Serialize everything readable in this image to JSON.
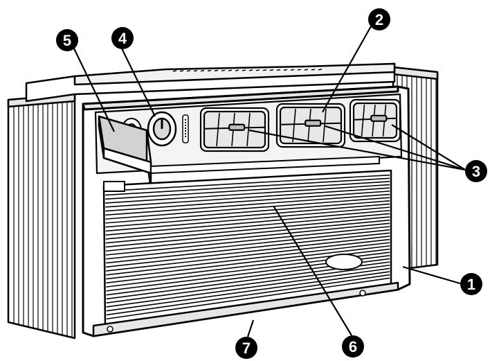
{
  "callouts": [
    {
      "id": "1",
      "label": "1"
    },
    {
      "id": "2",
      "label": "2"
    },
    {
      "id": "3",
      "label": "3"
    },
    {
      "id": "4",
      "label": "4"
    },
    {
      "id": "5",
      "label": "5"
    },
    {
      "id": "6",
      "label": "6"
    },
    {
      "id": "7",
      "label": "7"
    }
  ],
  "colors": {
    "ink": "#000000",
    "paper": "#ffffff",
    "fill_light": "#e6e6e6",
    "fill_mid": "#cfcfcf"
  }
}
